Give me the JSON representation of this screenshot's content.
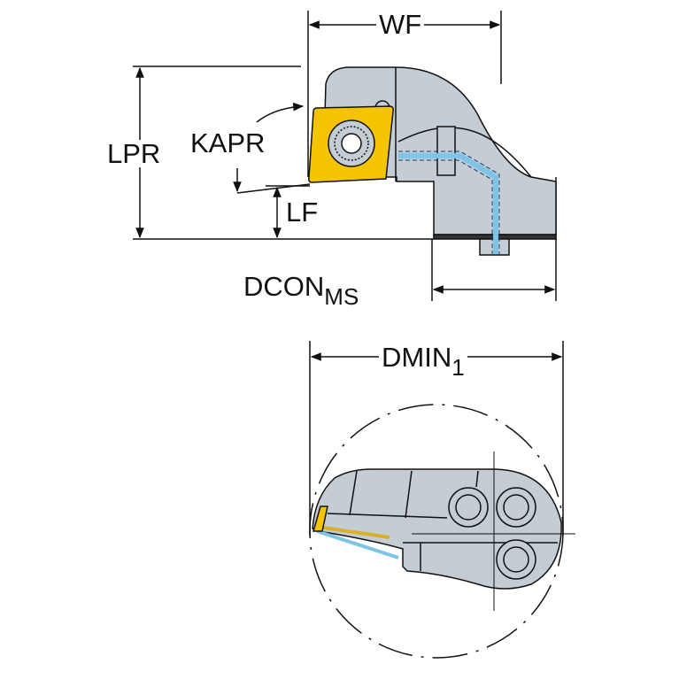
{
  "dimensions": {
    "wf": "WF",
    "lpr": "LPR",
    "kapr": "KAPR",
    "lf": "LF",
    "dcon": {
      "main": "DCON",
      "sub": "MS"
    },
    "dmin": {
      "main": "DMIN",
      "sub": "1"
    }
  },
  "colors": {
    "body": "#c4ccd4",
    "insert": "#f5c400",
    "coolant": "#7cc4e8",
    "line": "#111111"
  }
}
